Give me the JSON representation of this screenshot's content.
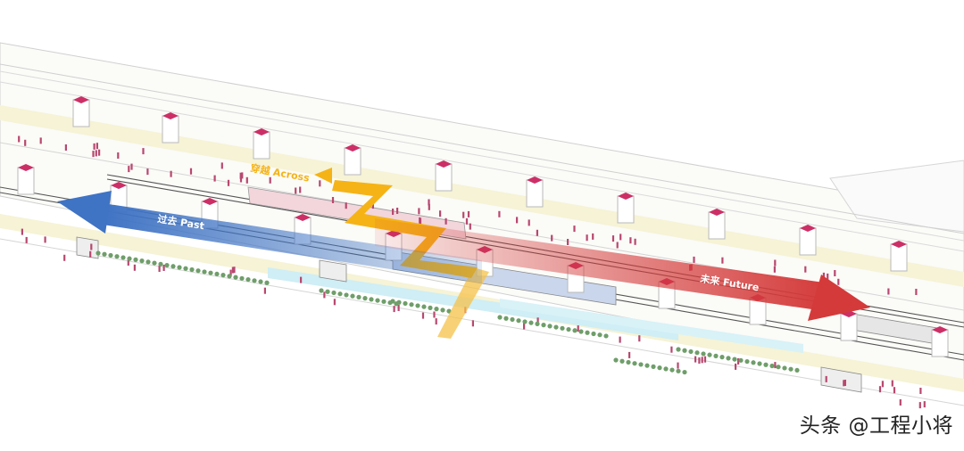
{
  "diagram": {
    "arrows": {
      "past": {
        "label": "过去 Past",
        "color": "#4a7cc9"
      },
      "future": {
        "label": "未来 Future",
        "color": "#d43a3a"
      },
      "across": {
        "label": "穿越 Across",
        "color": "#f5b316"
      }
    },
    "colors": {
      "platform": "#f6f3d6",
      "pillar_top": "#cc2f66",
      "people": "#b8486f",
      "trees": "#6f9e6a",
      "track_line": "#555555",
      "water": "#cfeef5",
      "outline": "#cfcfcf"
    }
  },
  "watermark": {
    "text": "头条 @工程小将"
  }
}
